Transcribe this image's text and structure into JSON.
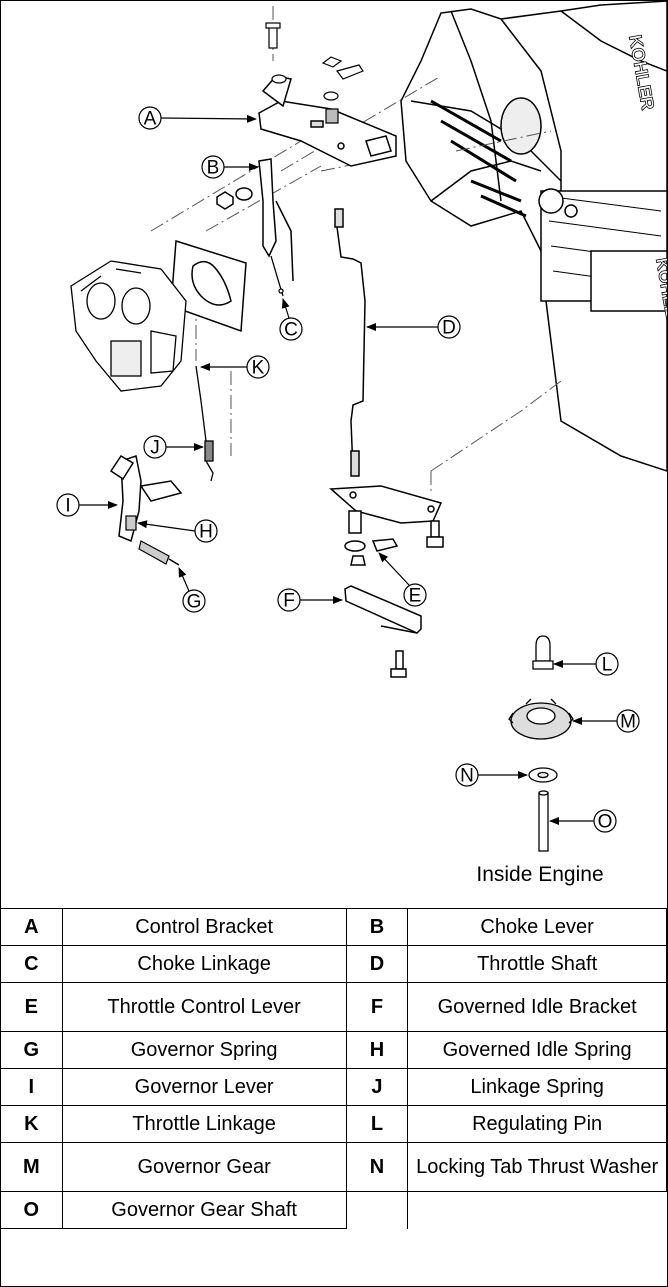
{
  "caption": "Inside Engine",
  "labels": {
    "A": "A",
    "B": "B",
    "C": "C",
    "D": "D",
    "E": "E",
    "F": "F",
    "G": "G",
    "H": "H",
    "I": "I",
    "J": "J",
    "K": "K",
    "L": "L",
    "M": "M",
    "N": "N",
    "O": "O"
  },
  "engine_text": {
    "brand_top": "KOHLER",
    "brand_side": "KOHLER"
  },
  "legend": [
    {
      "key": "A",
      "name": "Control Bracket",
      "key2": "B",
      "name2": "Choke Lever"
    },
    {
      "key": "C",
      "name": "Choke Linkage",
      "key2": "D",
      "name2": "Throttle Shaft"
    },
    {
      "key": "E",
      "name": "Throttle Control Lever",
      "key2": "F",
      "name2": "Governed Idle Bracket"
    },
    {
      "key": "G",
      "name": "Governor Spring",
      "key2": "H",
      "name2": "Governed Idle Spring"
    },
    {
      "key": "I",
      "name": "Governor Lever",
      "key2": "J",
      "name2": "Linkage Spring"
    },
    {
      "key": "K",
      "name": "Throttle Linkage",
      "key2": "L",
      "name2": "Regulating Pin"
    },
    {
      "key": "M",
      "name": "Governor Gear",
      "key2": "N",
      "name2": "Locking Tab Thrust Washer"
    },
    {
      "key": "O",
      "name": "Governor Gear Shaft",
      "key2": "",
      "name2": ""
    }
  ]
}
